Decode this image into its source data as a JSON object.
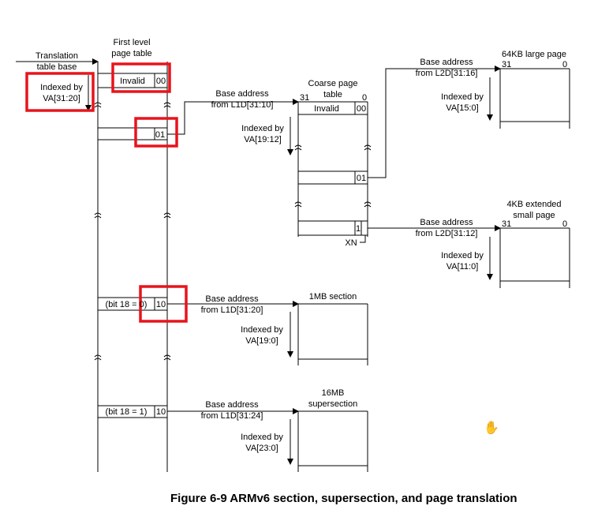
{
  "caption": "Figure 6-9 ARMv6 section, supersection, and page translation",
  "icons": {
    "cursor": "hand-cursor-icon"
  },
  "highlight_color": "#e8141c",
  "labels": {
    "ttb_1": "Translation",
    "ttb_2": "table base",
    "first_1": "First level",
    "first_2": "page table",
    "idx31_1": "Indexed by",
    "idx31_2": "VA[31:20]",
    "invalid": "Invalid",
    "bits00": "00",
    "bits01": "01",
    "bits10": "10",
    "bit18_0": "(bit 18 = 0)",
    "bit18_1": "(bit 18 = 1)",
    "l1d_10_1": "Base address",
    "l1d_10_2": "from L1D[31:10]",
    "coarse_1": "Coarse page",
    "coarse_2": "table",
    "c31": "31",
    "c0": "0",
    "idx19_1": "Indexed by",
    "idx19_2": "VA[19:12]",
    "xn": "XN",
    "bit1": "1",
    "l2d16_1": "Base address",
    "l2d16_2": "from L2D[31:16]",
    "large_1": "64KB large page",
    "idx15_1": "Indexed by",
    "idx15_2": "VA[15:0]",
    "l2d12_1": "Base address",
    "l2d12_2": "from L2D[31:12]",
    "ext_1": "4KB extended",
    "ext_2": "small page",
    "idx11_1": "Indexed by",
    "idx11_2": "VA[11:0]",
    "l1d20_1": "Base address",
    "l1d20_2": "from L1D[31:20]",
    "sec_1": "1MB section",
    "idx190_1": "Indexed by",
    "idx190_2": "VA[19:0]",
    "l1d24_1": "Base address",
    "l1d24_2": "from L1D[31:24]",
    "super_1": "16MB",
    "super_2": "supersection",
    "idx23_1": "Indexed by",
    "idx23_2": "VA[23:0]"
  }
}
